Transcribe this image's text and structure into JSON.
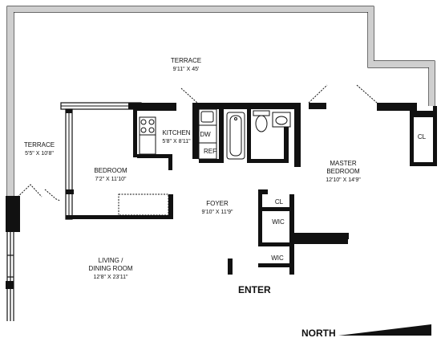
{
  "rooms": {
    "terrace_top": {
      "name": "TERRACE",
      "dims": "9'11\" X 45'"
    },
    "terrace_left": {
      "name": "TERRACE",
      "dims": "5'5\" X 10'8\""
    },
    "kitchen": {
      "name": "KITCHEN",
      "dims": "5'8\" X 8'11\""
    },
    "bedroom": {
      "name": "BEDROOM",
      "dims": "7'2\" X 11'10\""
    },
    "master_bedroom": {
      "name": "MASTER",
      "name2": "BEDROOM",
      "dims": "12'10\" X 14'9\""
    },
    "foyer": {
      "name": "FOYER",
      "dims": "9'10\" X 11'9\""
    },
    "living": {
      "name": "LIVING /",
      "name2": "DINING ROOM",
      "dims": "12'8\" X 23'11\""
    }
  },
  "fixtures": {
    "dw": "DW",
    "ref": "REF",
    "cl_master": "CL",
    "cl_hall": "CL",
    "wic_1": "WIC",
    "wic_2": "WIC"
  },
  "labels": {
    "enter": "ENTER",
    "north": "NORTH"
  }
}
